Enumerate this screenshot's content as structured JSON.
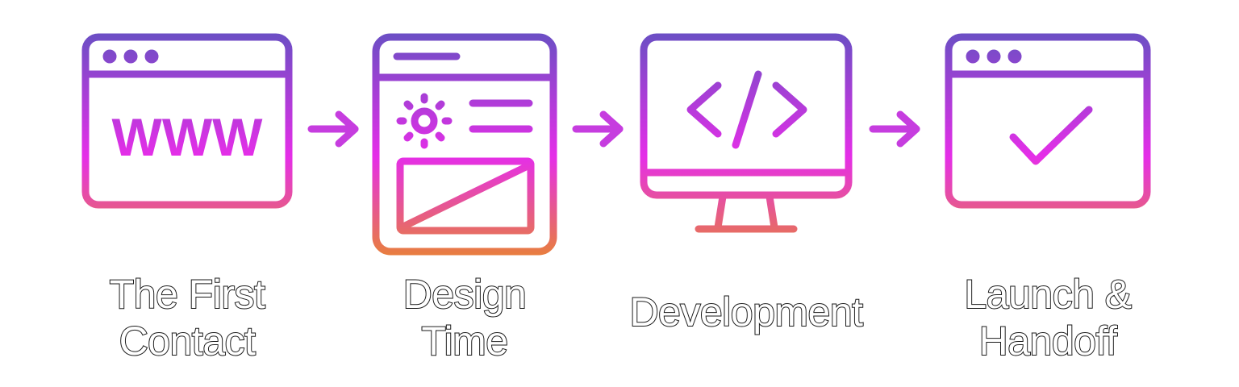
{
  "gradient": {
    "top": "#6a4fc4",
    "mid": "#e52ee8",
    "bottom": "#e8803a"
  },
  "steps": [
    {
      "icon": "browser-www-icon",
      "www_text": "WWW",
      "label_line1": "The First",
      "label_line2": "Contact"
    },
    {
      "icon": "design-layout-icon",
      "label_line1": "Design",
      "label_line2": "Time"
    },
    {
      "icon": "monitor-code-icon",
      "code_text": "</>",
      "label_line1": "Development",
      "label_line2": ""
    },
    {
      "icon": "browser-check-icon",
      "label_line1": "Launch &",
      "label_line2": "Handoff"
    }
  ],
  "arrows": [
    "arrow-right-icon",
    "arrow-right-icon",
    "arrow-right-icon"
  ]
}
